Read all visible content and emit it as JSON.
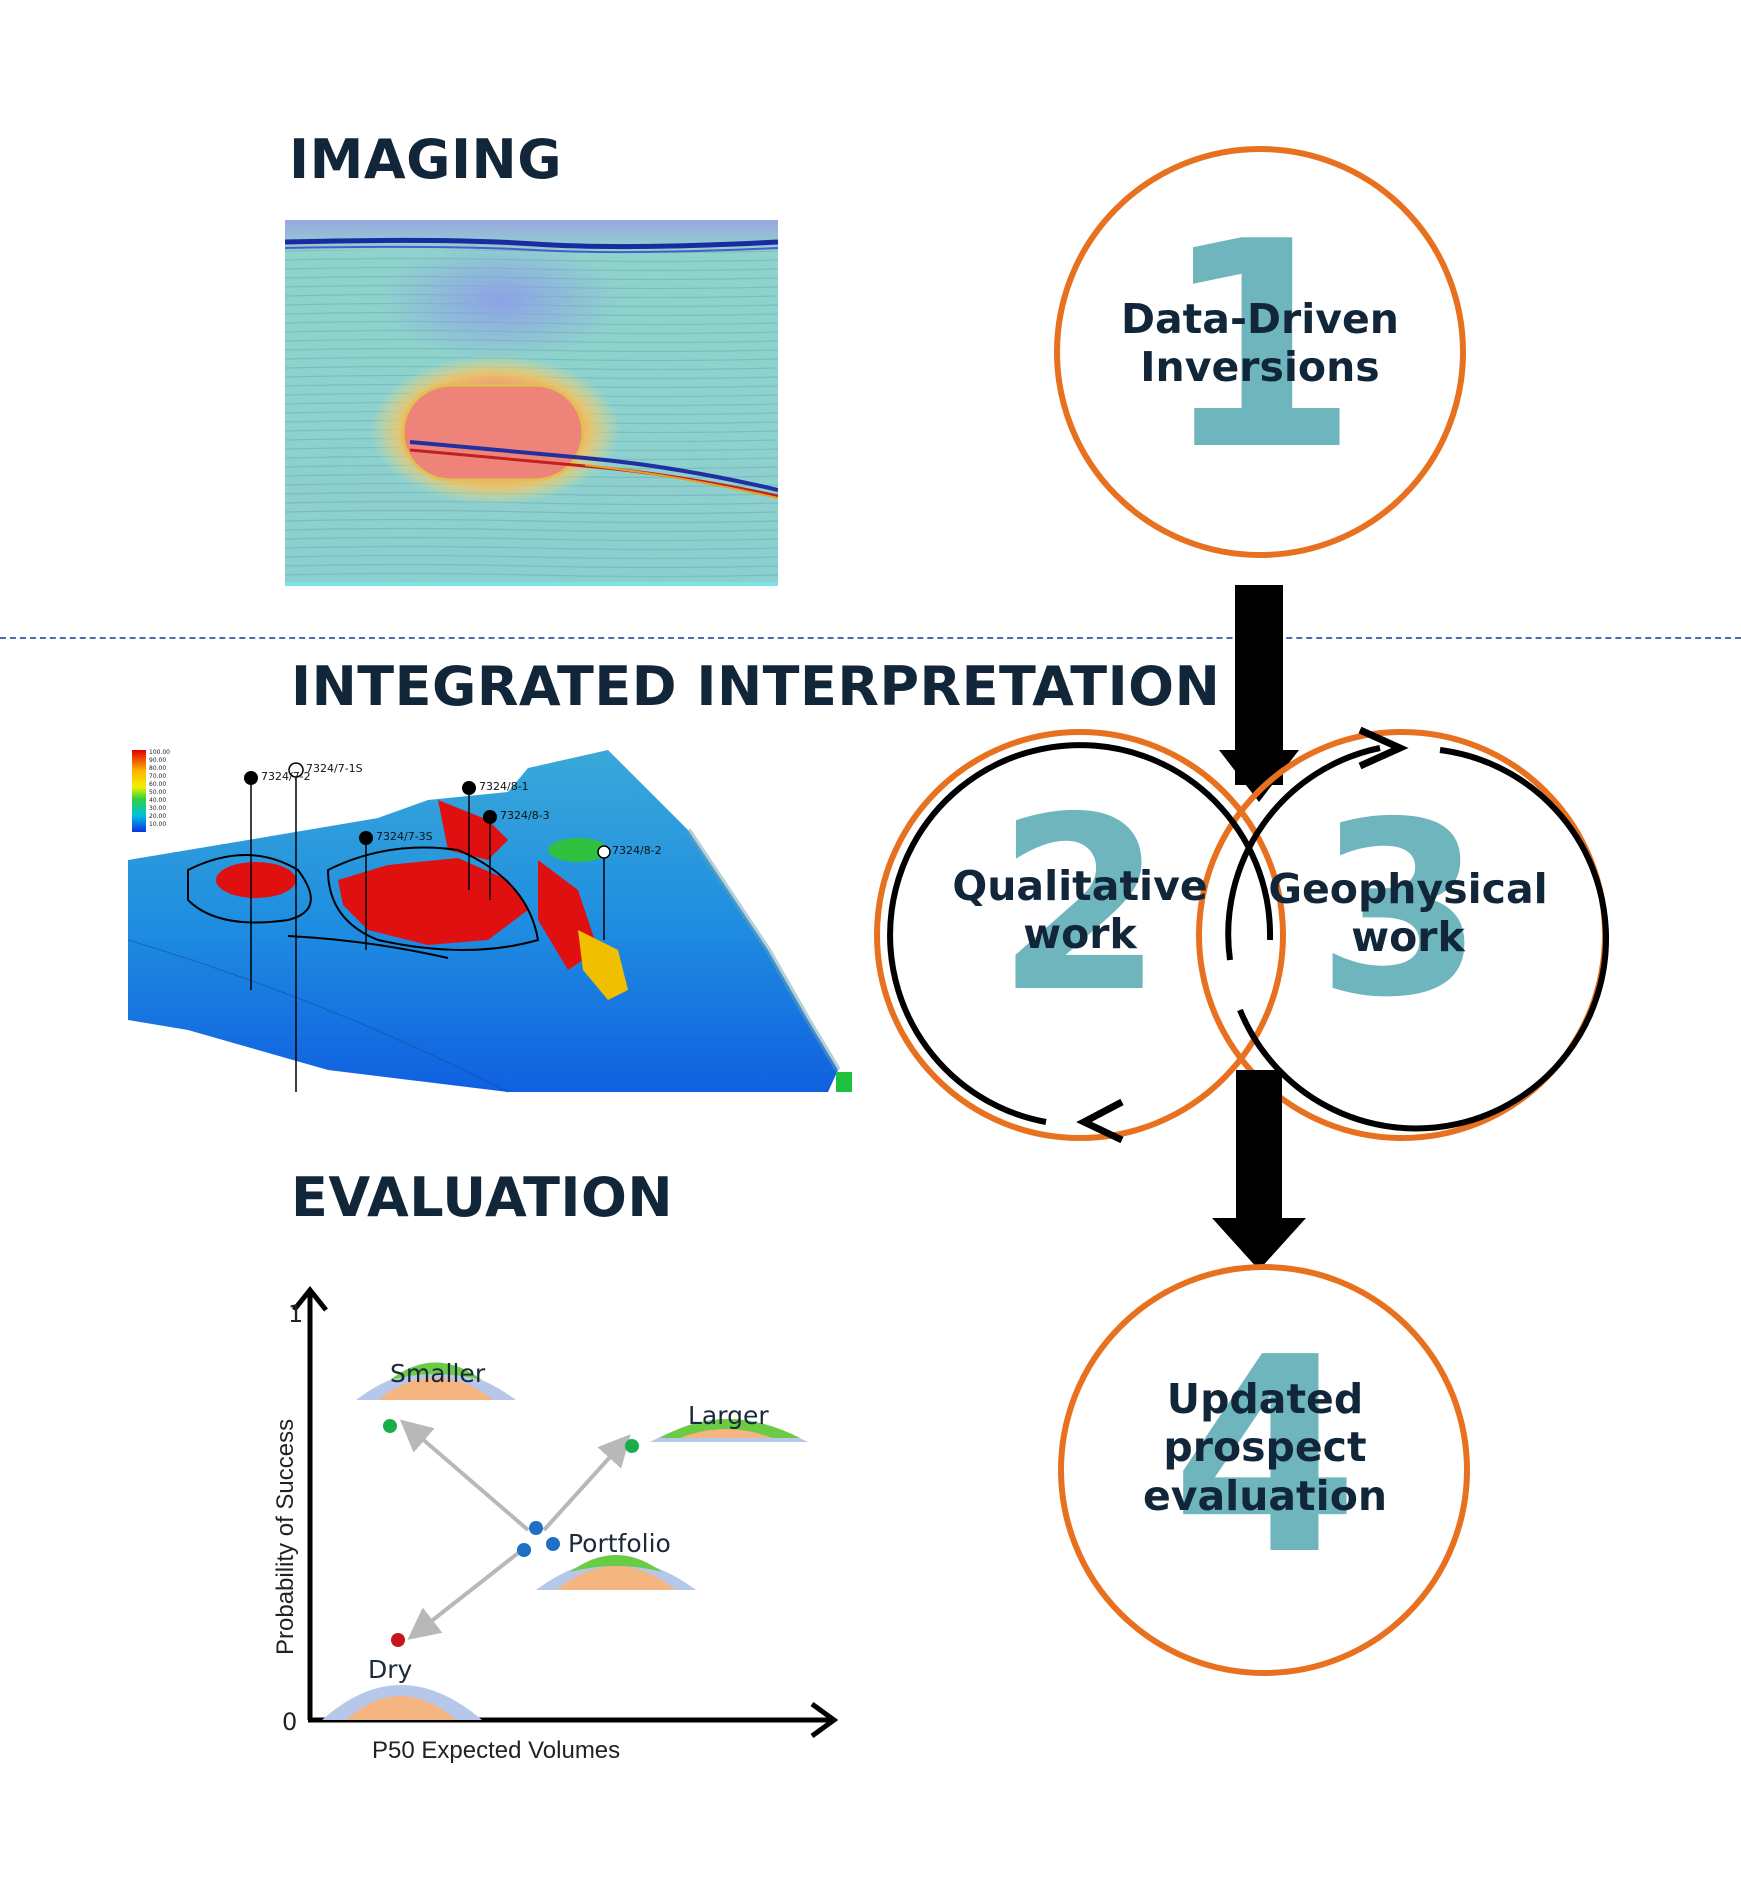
{
  "sections": {
    "imaging": "IMAGING",
    "integrated": "INTEGRATED INTERPRETATION",
    "evaluation": "EVALUATION"
  },
  "steps": [
    {
      "number": "1",
      "line1": "Data-Driven",
      "line2": "Inversions"
    },
    {
      "number": "2",
      "line1": "Qualitative",
      "line2": "work"
    },
    {
      "number": "3",
      "line1": "Geophysical",
      "line2": "work"
    },
    {
      "number": "4",
      "line1": "Updated",
      "line2": "prospect",
      "line3": "evaluation"
    }
  ],
  "wells": [
    "7324/7-2",
    "7324/7-1S",
    "7324/7-3S",
    "7324/8-1",
    "7324/8-3",
    "7324/8-2"
  ],
  "colorbar_ticks": [
    "100.00",
    "90.00",
    "80.00",
    "70.00",
    "60.00",
    "50.00",
    "40.00",
    "30.00",
    "20.00",
    "10.00"
  ],
  "evaluation_chart": {
    "ylabel": "Probability of Success",
    "xlabel": "P50 Expected  Volumes",
    "y_max_label": "1",
    "y_min_label": "0",
    "labels": {
      "smaller": "Smaller",
      "larger": "Larger",
      "portfolio": "Portfolio",
      "dry": "Dry"
    }
  },
  "colors": {
    "title": "#12263a",
    "orange": "#e8711f",
    "teal": "#6fb5bd",
    "green": "#1aae4b",
    "blue": "#1f6fc2",
    "red": "#c4161c"
  }
}
